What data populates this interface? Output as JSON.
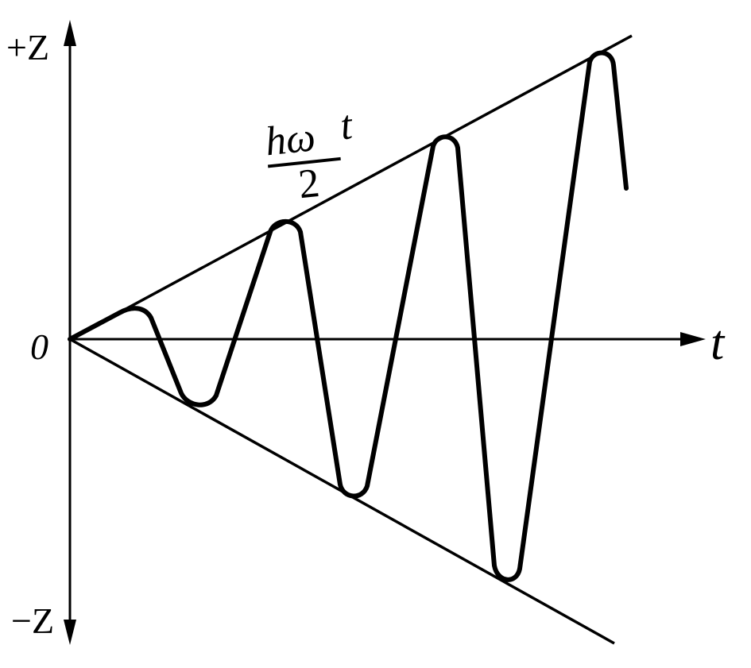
{
  "diagram": {
    "axis_labels": {
      "z_positive": "+Z",
      "z_negative": "−Z",
      "origin": "0",
      "t_axis": "t"
    },
    "envelope_label": {
      "numerator": "hω",
      "denominator": "2",
      "suffix": "t"
    },
    "colors": {
      "stroke": "#000000",
      "background": "#ffffff"
    }
  }
}
